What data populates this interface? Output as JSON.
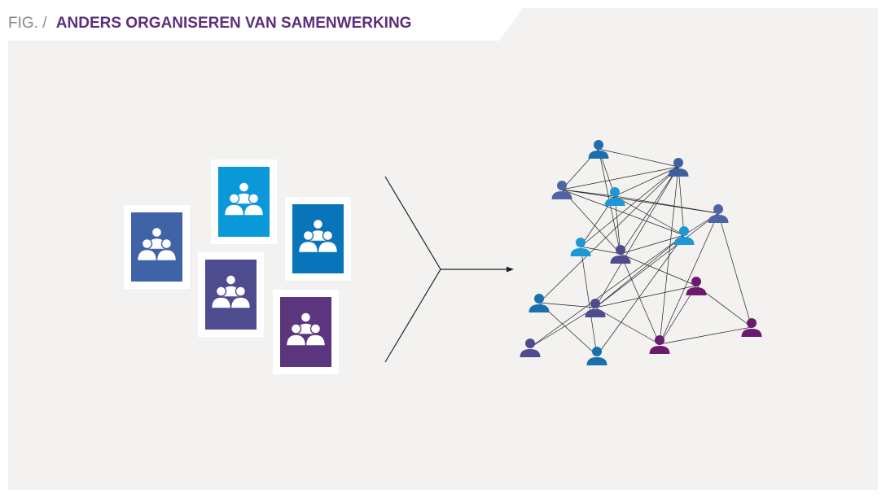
{
  "header": {
    "fig_label": "FIG. /",
    "title": "ANDERS ORGANISEREN VAN SAMENWERKING"
  },
  "colors": {
    "panel_bg": "#f3f2f0",
    "fig_label": "#8a8a8a",
    "title": "#5b2f7a",
    "line": "#222222",
    "card_frame": "#ffffff"
  },
  "team_cards": [
    {
      "name": "team-card-blue",
      "color": "#3f63a6"
    },
    {
      "name": "team-card-cyan",
      "color": "#0b98d9"
    },
    {
      "name": "team-card-ocean",
      "color": "#0874b9"
    },
    {
      "name": "team-card-indigo",
      "color": "#4e4b8e"
    },
    {
      "name": "team-card-purple",
      "color": "#5b357d"
    }
  ],
  "network": {
    "people": [
      {
        "color": "#1a6fae"
      },
      {
        "color": "#3f60a0"
      },
      {
        "color": "#4e64a4"
      },
      {
        "color": "#1e97d6"
      },
      {
        "color": "#4e64a4"
      },
      {
        "color": "#1e97d6"
      },
      {
        "color": "#4e4b8e"
      },
      {
        "color": "#1e97d6"
      },
      {
        "color": "#6b1a6e"
      },
      {
        "color": "#1a6fae"
      },
      {
        "color": "#4e4b8e"
      },
      {
        "color": "#6b1a6e"
      },
      {
        "color": "#6b1a6e"
      },
      {
        "color": "#4e4b8e"
      },
      {
        "color": "#1a6fae"
      }
    ],
    "links": [
      [
        0,
        3
      ],
      [
        0,
        6
      ],
      [
        0,
        2
      ],
      [
        0,
        1
      ],
      [
        1,
        2
      ],
      [
        1,
        3
      ],
      [
        1,
        5
      ],
      [
        1,
        6
      ],
      [
        1,
        7
      ],
      [
        1,
        9
      ],
      [
        1,
        10
      ],
      [
        1,
        11
      ],
      [
        2,
        3
      ],
      [
        2,
        4
      ],
      [
        2,
        6
      ],
      [
        2,
        7
      ],
      [
        3,
        4
      ],
      [
        3,
        7
      ],
      [
        3,
        6
      ],
      [
        3,
        5
      ],
      [
        4,
        7
      ],
      [
        4,
        12
      ],
      [
        4,
        10
      ],
      [
        4,
        11
      ],
      [
        5,
        6
      ],
      [
        5,
        14
      ],
      [
        6,
        7
      ],
      [
        6,
        8
      ],
      [
        6,
        11
      ],
      [
        7,
        13
      ],
      [
        7,
        10
      ],
      [
        7,
        14
      ],
      [
        8,
        10
      ],
      [
        8,
        11
      ],
      [
        8,
        12
      ],
      [
        9,
        14
      ],
      [
        9,
        10
      ],
      [
        10,
        13
      ],
      [
        10,
        11
      ],
      [
        11,
        12
      ]
    ]
  }
}
